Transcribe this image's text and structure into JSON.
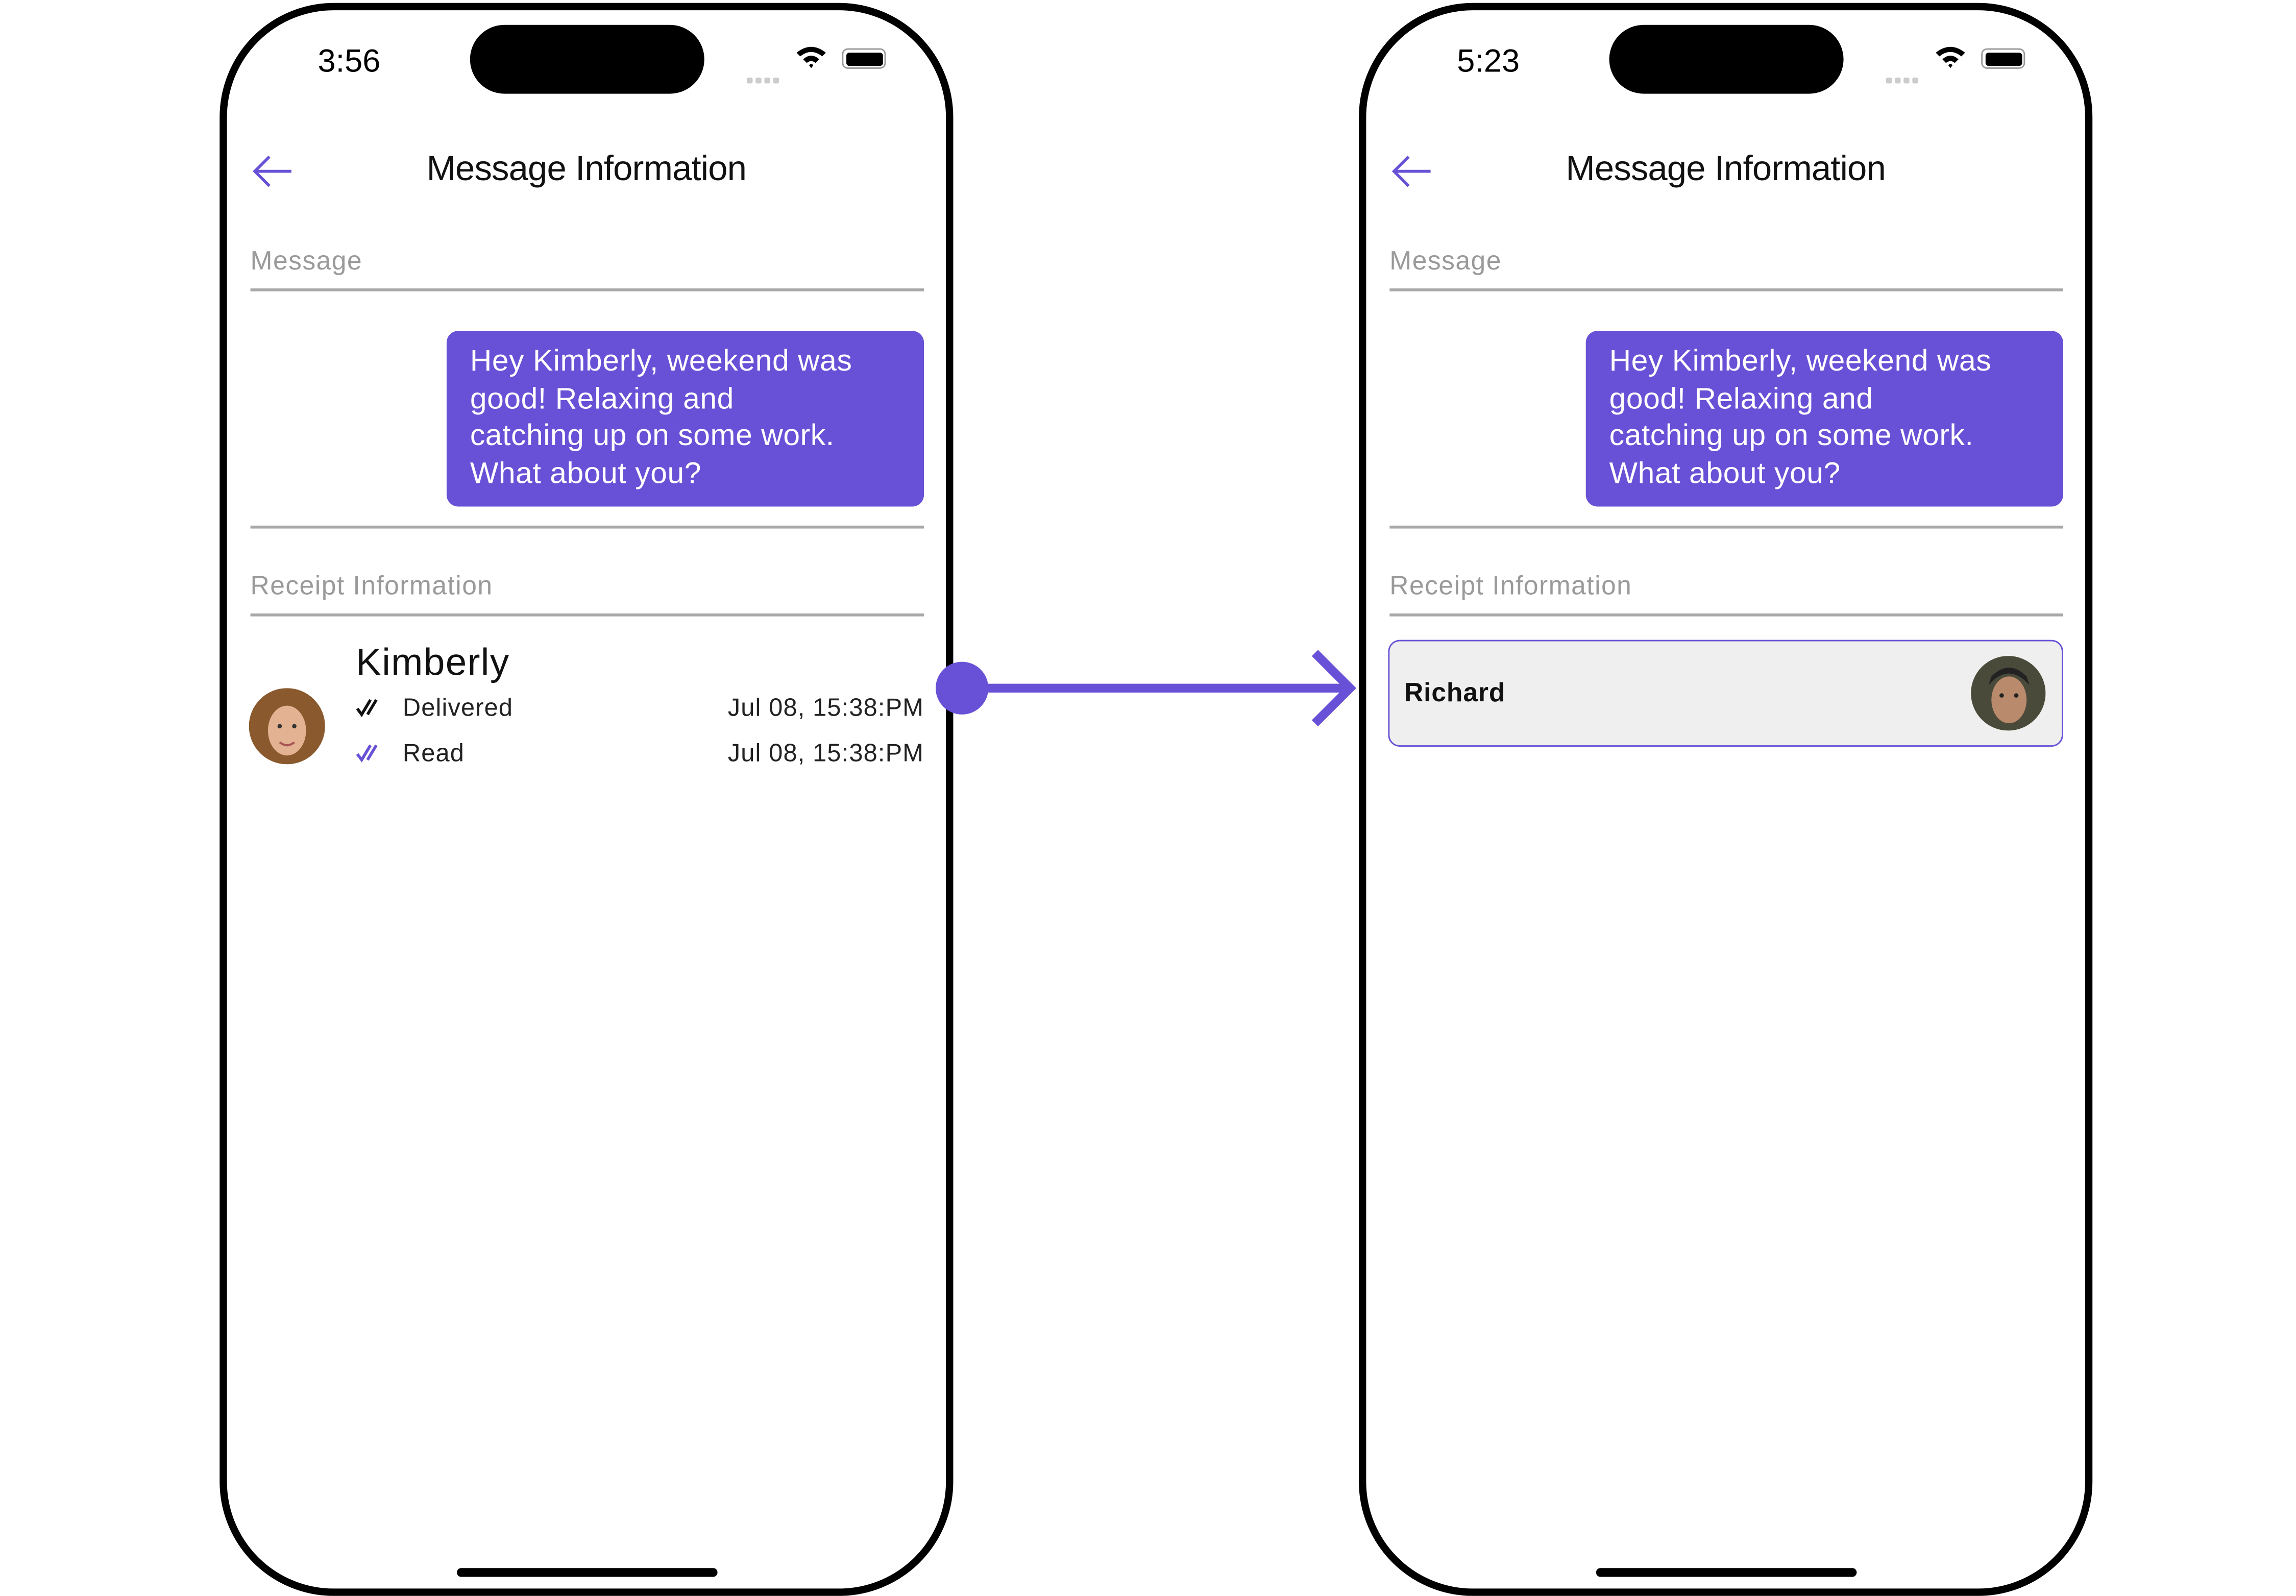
{
  "colors": {
    "accent": "#6851D6",
    "card_bg": "#EFEFEF"
  },
  "before": {
    "status_time": "3:56",
    "header": {
      "title": "Message Information",
      "back_icon": "arrow-left-icon"
    },
    "message_label": "Message",
    "message_text": "Hey Kimberly, weekend was\ngood!  Relaxing and\ncatching up on some work.\nWhat about you?",
    "receipt_label": "Receipt Information",
    "receipt": {
      "name": "Kimberly",
      "rows": [
        {
          "status": "Delivered",
          "time": "Jul 08, 15:38:PM",
          "icon": "double-check-icon"
        },
        {
          "status": "Read",
          "time": "Jul 08, 15:38:PM",
          "icon": "double-check-read-icon"
        }
      ]
    }
  },
  "after": {
    "status_time": "5:23",
    "header": {
      "title": "Message Information",
      "back_icon": "arrow-left-icon"
    },
    "message_label": "Message",
    "message_text": "Hey Kimberly, weekend was\ngood!  Relaxing and\ncatching up on some work.\nWhat about you?",
    "receipt_label": "Receipt Information",
    "receipt": {
      "name": "Richard"
    }
  }
}
